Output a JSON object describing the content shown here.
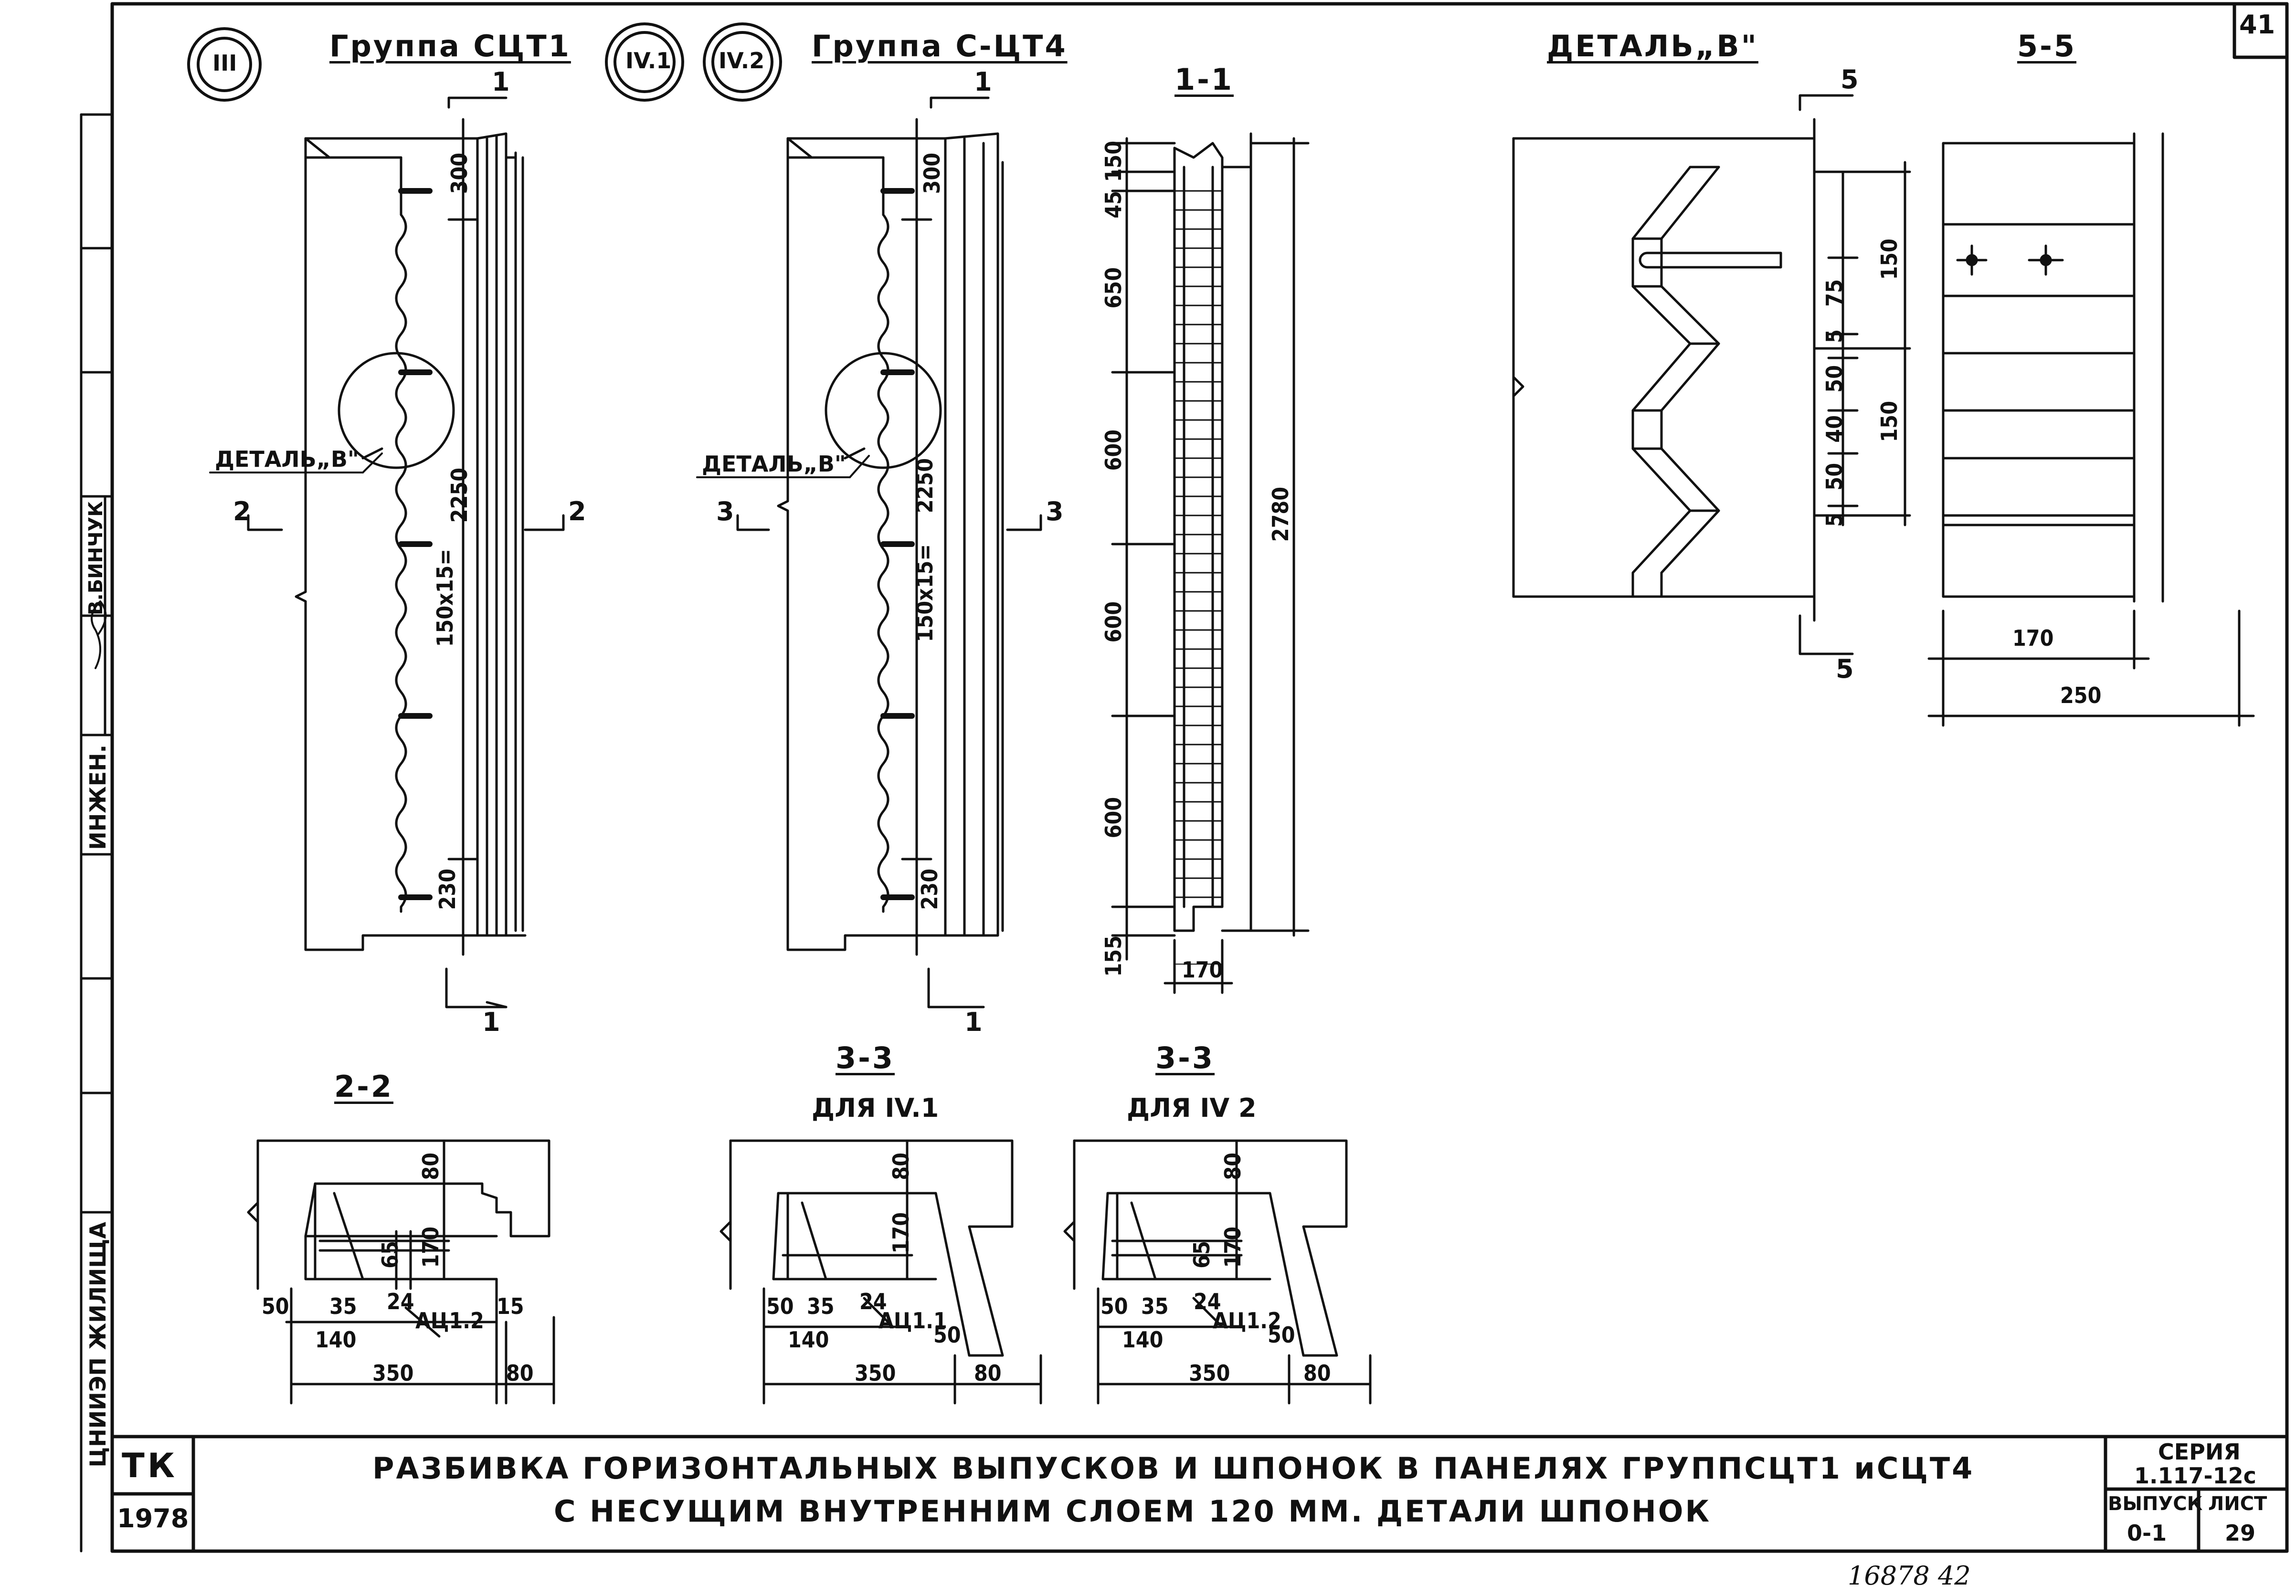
{
  "sheet_number": "41",
  "title_block": {
    "org_code": "ТК",
    "year": "1978",
    "title_line1": "РАЗБИВКА ГОРИЗОНТАЛЬНЫХ ВЫПУСКОВ И ШПОНОК В ПАНЕЛЯХ ГРУППСЦТ1 иСЦТ4",
    "title_line2": "С НЕСУЩИМ ВНУТРЕННИМ СЛОЕМ 120 ММ. ДЕТАЛИ ШПОНОК",
    "series_label": "СЕРИЯ",
    "series_value": "1.117-12с",
    "issue_label": "ВЫПУСК",
    "issue_value": "0-1",
    "sheet_label": "ЛИСТ",
    "sheet_value": "29"
  },
  "side_stamp": {
    "role": "ИНЖЕН.",
    "name": "В.БИНЧУК",
    "org": "ЦНИИЭП ЖИЛИЩА"
  },
  "handwritten_note": "16878 42",
  "views": {
    "group_ctt1": {
      "marker": "III",
      "title": "Группа СЦТ1",
      "cut_top": "1",
      "cut_bottom": "1",
      "cut_left": "2",
      "cut_right": "2",
      "detail_callout": "ДЕТАЛЬ„В\"",
      "dims": {
        "top": "300",
        "middle": "2250",
        "pitch": "150x15=",
        "bottom": "230"
      }
    },
    "group_ctt4": {
      "marker_1": "IV.1",
      "marker_2": "IV.2",
      "title": "Группа С-ЦТ4",
      "cut_top": "1",
      "cut_bottom": "1",
      "cut_left": "3",
      "cut_right": "3",
      "detail_callout": "ДЕТАЛЬ„В\"",
      "dims": {
        "top": "300",
        "middle": "2250",
        "pitch": "150x15=",
        "bottom": "230"
      }
    },
    "section_1_1": {
      "title": "1-1",
      "dims_left": [
        "150",
        "45",
        "650",
        "600",
        "600",
        "600",
        "155"
      ],
      "dim_total": "2780",
      "dim_width": "170"
    },
    "detail_b": {
      "title": "ДЕТАЛЬ„В\"",
      "cut_top": "5",
      "cut_bottom": "5",
      "dims": [
        "150",
        "75",
        "5",
        "50",
        "40",
        "150",
        "50",
        "5"
      ]
    },
    "section_5_5": {
      "title": "5-5",
      "dim_inner": "170",
      "dim_outer": "250"
    },
    "section_2_2": {
      "title": "2-2",
      "dims": {
        "d80_top": "80",
        "d65": "65",
        "d170": "170",
        "d50": "50",
        "d35": "35",
        "d24": "24",
        "d140": "140",
        "d350": "350",
        "d15": "15",
        "d80_bottom": "80",
        "mark": "АЦ1.2"
      }
    },
    "section_3_3a": {
      "title": "3-3",
      "subtitle": "ДЛЯ IV.1",
      "dims": {
        "d80_top": "80",
        "d170": "170",
        "d50": "50",
        "d35": "35",
        "d24": "24",
        "d140": "140",
        "d350": "350",
        "d50r": "50",
        "d80_bottom": "80",
        "mark": "АЦ1.1"
      }
    },
    "section_3_3b": {
      "title": "3-3",
      "subtitle": "ДЛЯ IV 2",
      "dims": {
        "d80_top": "80",
        "d65": "65",
        "d170": "170",
        "d50": "50",
        "d35": "35",
        "d24": "24",
        "d140": "140",
        "d350": "350",
        "d50r": "50",
        "d80_bottom": "80",
        "mark": "АЦ1.2"
      }
    }
  }
}
